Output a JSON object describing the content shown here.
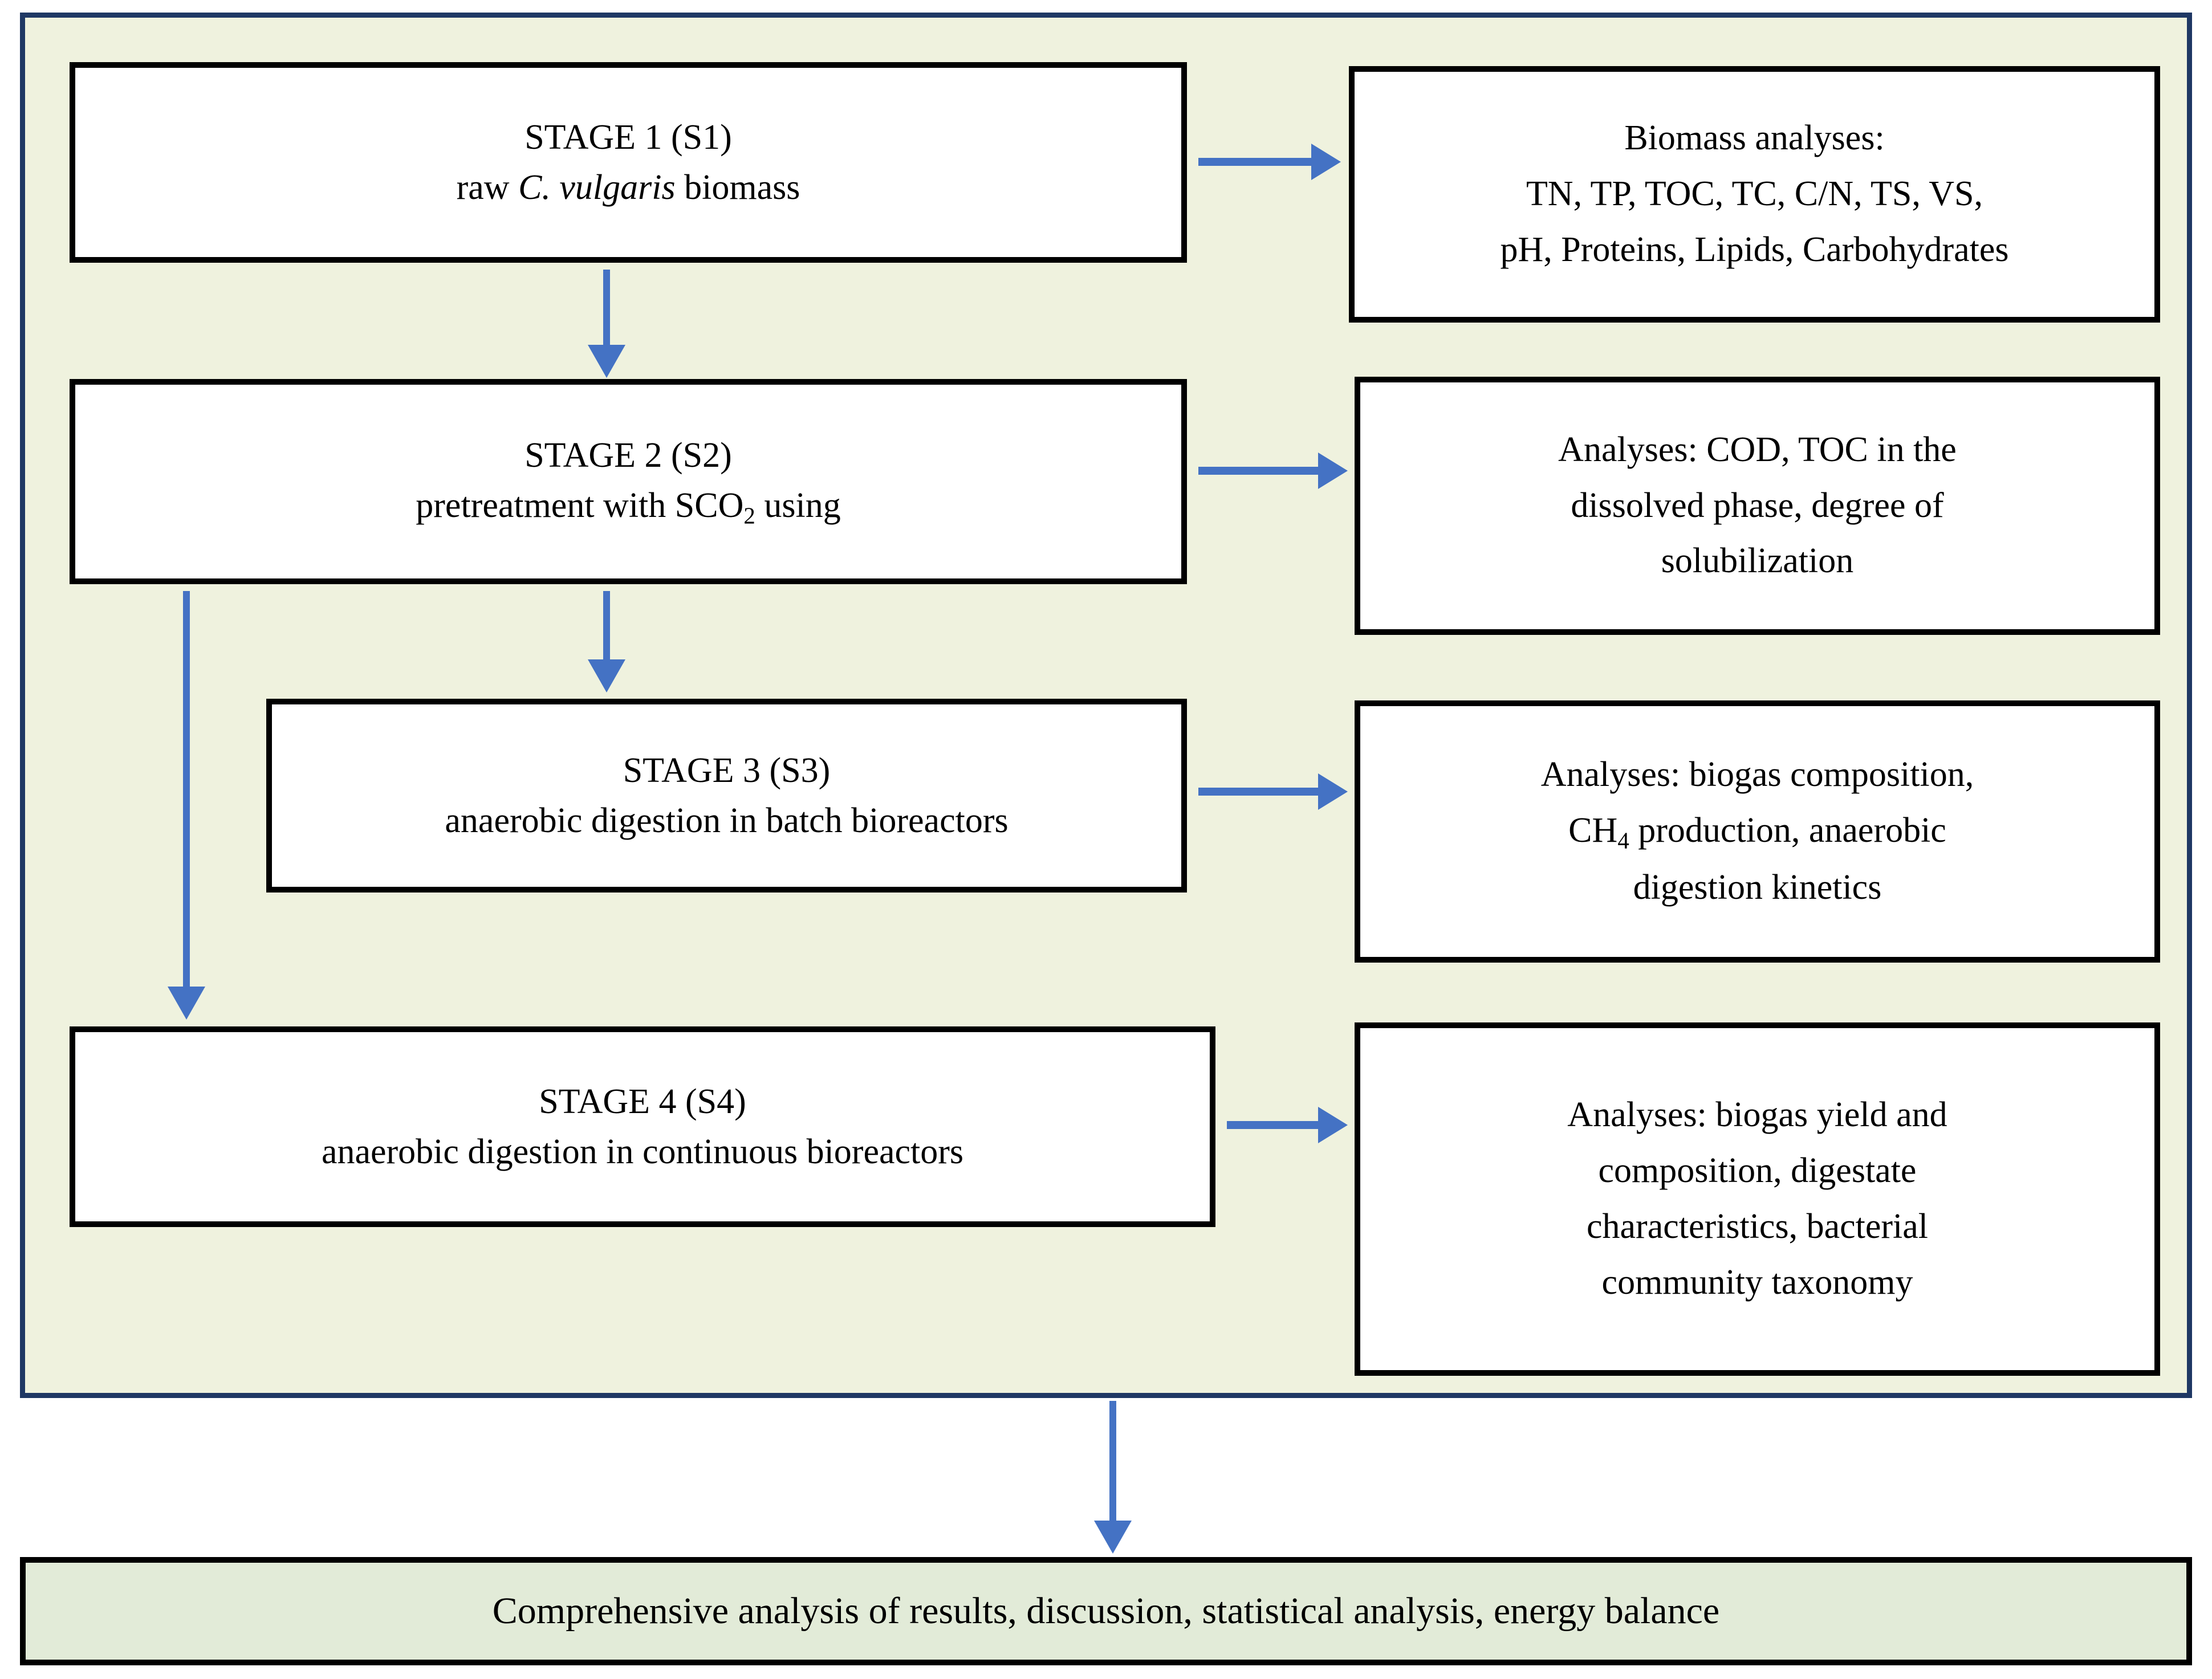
{
  "diagram": {
    "container": {
      "border_color": "#1F3864",
      "fill_color": "#EFF2DE"
    },
    "box_border_color": "#000000",
    "arrow_color": "#4472C4",
    "stages": [
      {
        "id": "stage1",
        "title": "STAGE 1 (S1)",
        "subtitle_prefix": "raw ",
        "subtitle_italic": "C. vulgaris",
        "subtitle_suffix": " biomass"
      },
      {
        "id": "stage2",
        "title": "STAGE 2 (S2)",
        "subtitle_prefix": "pretreatment with SCO",
        "subtitle_sub": "2",
        "subtitle_suffix": " using"
      },
      {
        "id": "stage3",
        "title": "STAGE 3 (S3)",
        "subtitle": "anaerobic digestion in batch bioreactors"
      },
      {
        "id": "stage4",
        "title": "STAGE 4 (S4)",
        "subtitle": "anaerobic digestion in continuous bioreactors"
      }
    ],
    "analyses": [
      {
        "id": "analysis1",
        "lines": [
          "Biomass analyses:",
          "TN, TP, TOC, TC, C/N, TS, VS,",
          "pH, Proteins, Lipids, Carbohydrates"
        ]
      },
      {
        "id": "analysis2",
        "lines": [
          "Analyses: COD, TOC in the",
          "dissolved phase, degree of",
          "solubilization"
        ]
      },
      {
        "id": "analysis3",
        "line1": "Analyses: biogas composition,",
        "line2_prefix": "CH",
        "line2_sub": "4",
        "line2_suffix": " production, anaerobic",
        "line3": "digestion kinetics"
      },
      {
        "id": "analysis4",
        "lines": [
          "Analyses: biogas yield and",
          "composition, digestate",
          "characteristics, bacterial",
          "community taxonomy"
        ]
      }
    ],
    "summary": {
      "text": "Comprehensive analysis of results, discussion, statistical analysis, energy balance",
      "fill_color": "#E2EBD8"
    }
  }
}
